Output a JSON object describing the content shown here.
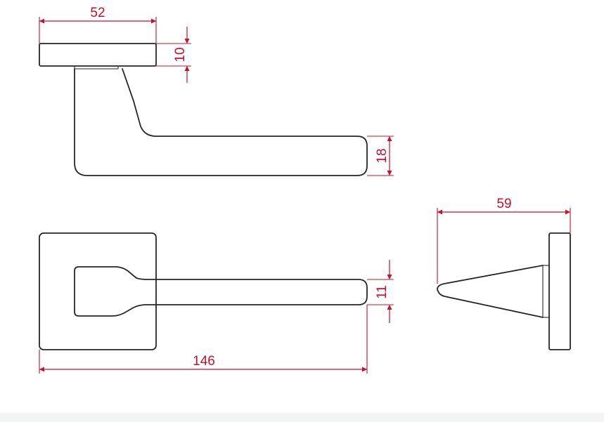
{
  "dimensions": {
    "rose_width": "52",
    "rose_thickness": "10",
    "lever_height": "18",
    "lever_width": "11",
    "total_length": "146",
    "projection": "59"
  },
  "colors": {
    "outline": "#262626",
    "dimension": "#c8102e",
    "footer_band": "#f2f5f4"
  }
}
